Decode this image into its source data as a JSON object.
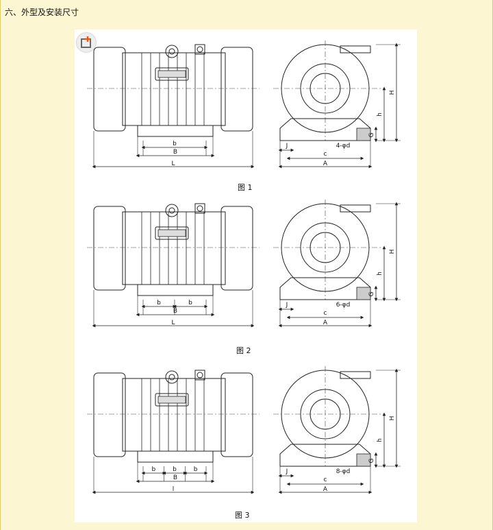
{
  "heading": "六、外型及安装尺寸",
  "figures": [
    {
      "caption": "图 1",
      "holes": "4-φd",
      "dims": {
        "b": "b",
        "B": "B",
        "L": "L",
        "J": "J",
        "c": "c",
        "A": "A",
        "H": "H",
        "h": "h",
        "G": "G"
      }
    },
    {
      "caption": "图 2",
      "holes": "6-φd",
      "dims": {
        "b": "b",
        "B": "B",
        "L": "L",
        "J": "J",
        "c": "c",
        "A": "A",
        "H": "H",
        "h": "h",
        "G": "G"
      }
    },
    {
      "caption": "图 3",
      "holes": "8-φd",
      "dims": {
        "b": "b",
        "B": "B",
        "L": "l",
        "J": "J",
        "c": "c",
        "A": "A",
        "H": "H",
        "h": "h",
        "G": "G"
      }
    }
  ],
  "icons": {
    "sheet_badge": "add-image-icon"
  }
}
